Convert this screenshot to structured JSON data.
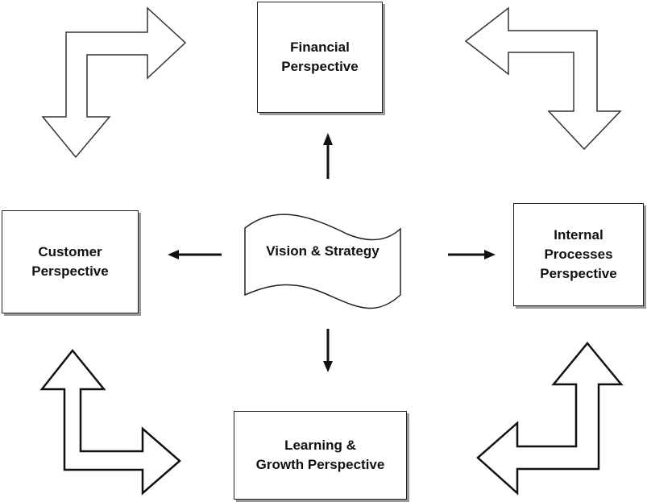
{
  "diagram": {
    "type": "balanced-scorecard",
    "center": {
      "label": "Vision & Strategy"
    },
    "perspectives": {
      "financial": "Financial\nPerspective",
      "customer": "Customer\nPerspective",
      "internal": "Internal\nProcesses\nPerspective",
      "learning": "Learning &\nGrowth Perspective"
    },
    "connections": [
      {
        "from": "Vision & Strategy",
        "to": "Financial Perspective"
      },
      {
        "from": "Vision & Strategy",
        "to": "Customer Perspective"
      },
      {
        "from": "Vision & Strategy",
        "to": "Internal Processes Perspective"
      },
      {
        "from": "Vision & Strategy",
        "to": "Learning & Growth Perspective"
      },
      {
        "from": "Customer Perspective",
        "to": "Financial Perspective"
      },
      {
        "from": "Financial Perspective",
        "to": "Internal Processes Perspective"
      },
      {
        "from": "Internal Processes Perspective",
        "to": "Learning & Growth Perspective"
      },
      {
        "from": "Learning & Growth Perspective",
        "to": "Customer Perspective"
      }
    ],
    "colors": {
      "stroke": "#222222",
      "shadow": "#999999",
      "fill": "#ffffff"
    }
  }
}
